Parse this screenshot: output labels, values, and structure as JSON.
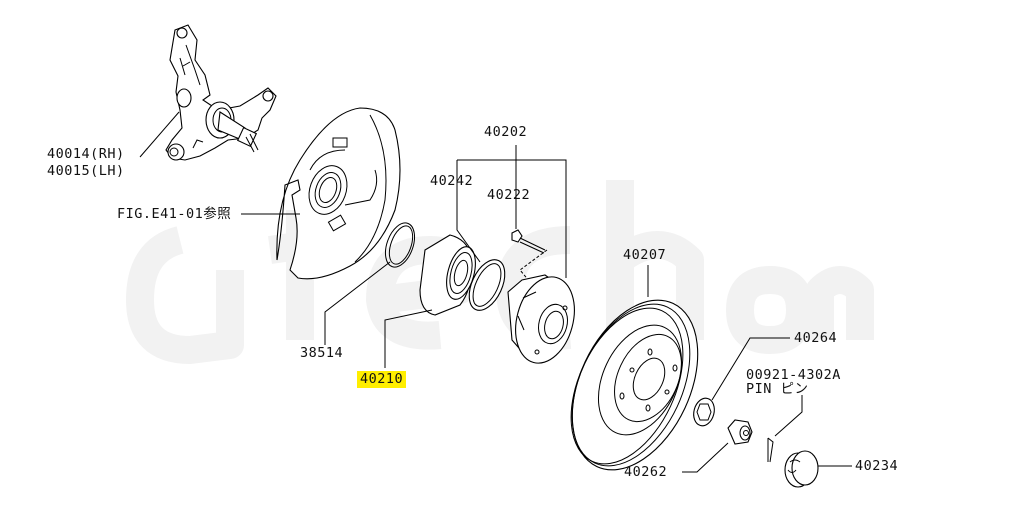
{
  "diagram": {
    "title": "Front Axle / Hub Exploded Parts Diagram",
    "watermark": "g-tech",
    "highlight_color": "#ffee00",
    "line_color": "#000000",
    "background": "#ffffff"
  },
  "labels": {
    "knuckle_rh": "40014(RH)",
    "knuckle_lh": "40015(LH)",
    "fig_ref": "FIG.E41-01参照",
    "hub_assembly": "40202",
    "seal": "40242",
    "hub_bolt": "40222",
    "snap_ring": "38514",
    "bearing": "40210",
    "rotor": "40207",
    "washer": "40264",
    "pin_code": "00921-4302A",
    "pin_name": "PIN ピン",
    "nut": "40262",
    "cap": "40234"
  },
  "parts": [
    {
      "id": "knuckle",
      "numbers": [
        "40014",
        "40015"
      ],
      "note": "RH / LH"
    },
    {
      "id": "dust-shield",
      "reference": "FIG.E41-01参照"
    },
    {
      "id": "snap-ring",
      "number": "38514"
    },
    {
      "id": "wheel-bearing",
      "number": "40210",
      "highlighted": true
    },
    {
      "id": "grease-seal",
      "number": "40242"
    },
    {
      "id": "hub-bolt",
      "number": "40222"
    },
    {
      "id": "hub-assembly",
      "number": "40202"
    },
    {
      "id": "brake-rotor",
      "number": "40207"
    },
    {
      "id": "lock-washer",
      "number": "40264"
    },
    {
      "id": "cotter-pin",
      "number": "00921-4302A"
    },
    {
      "id": "hub-nut",
      "number": "40262"
    },
    {
      "id": "hub-cap",
      "number": "40234"
    }
  ]
}
